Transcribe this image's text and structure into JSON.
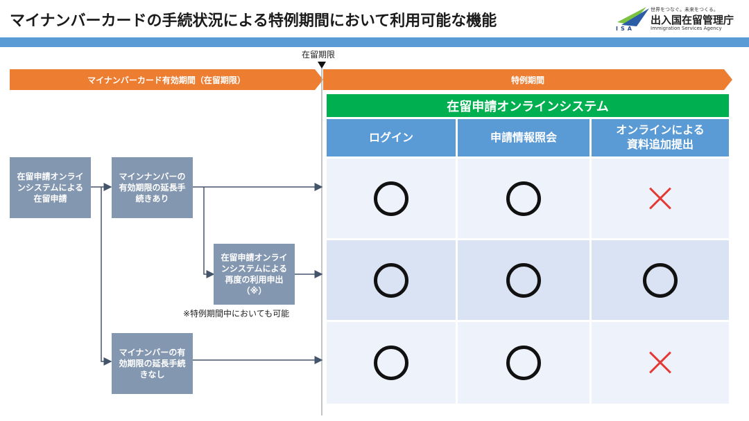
{
  "header": {
    "title": "マイナンバーカードの手続状況による特例期間において利用可能な機能",
    "logo": {
      "tagline": "世界をつなぐ。未来をつくる。",
      "name": "出入国在留管理庁",
      "english": "Immigration Services Agency",
      "abbr": "ISA",
      "colors": {
        "green": "#7cc242",
        "blue": "#2a5ca8"
      }
    }
  },
  "timeline": {
    "marker_label": "在留期限",
    "valid_period": "マイナンバーカード有効期間（在留期限）",
    "special_period": "特例期間"
  },
  "table": {
    "system_name": "在留申請オンラインシステム",
    "columns": [
      "ログイン",
      "申請情報照会",
      "オンラインによる\n資料追加提出"
    ],
    "rows": [
      [
        "circle",
        "circle",
        "cross"
      ],
      [
        "circle",
        "circle",
        "circle"
      ],
      [
        "circle",
        "circle",
        "cross"
      ]
    ]
  },
  "flow": {
    "start": "在留申請オンライ\nンシステムによる\n在留申請",
    "extended": "マインナンバーの\n有効期限の延長手\n続きあり",
    "reuse": "在留申請オンライ\nンシステムによる\n再度の利用申出\n（※）",
    "not_extended": "マイナンバーの有\n効期限の延長手続\nきなし",
    "note": "※特例期間中においても可能"
  },
  "colors": {
    "header_band": "#5b9bd5",
    "orange": "#ed7d31",
    "green": "#00b050",
    "column_blue": "#5b9bd5",
    "flow_box": "#8497b0",
    "cross": "#e53935"
  }
}
